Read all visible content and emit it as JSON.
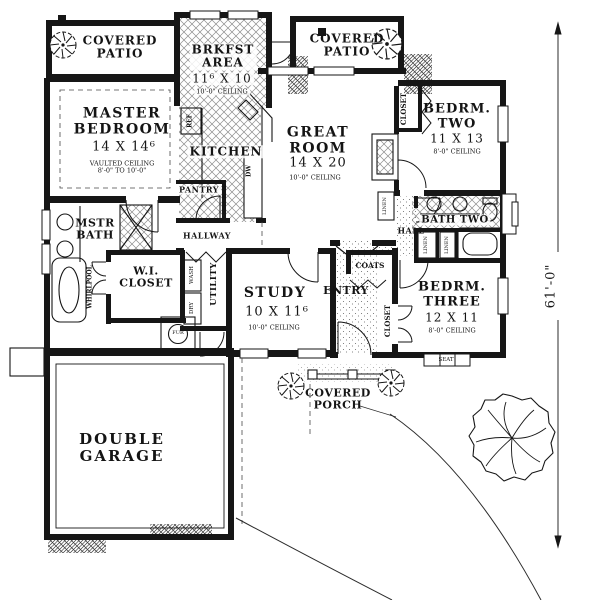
{
  "plan": {
    "patio_left": {
      "label": "COVERED\nPATIO"
    },
    "patio_right": {
      "label": "COVERED\nPATIO"
    },
    "brkfst": {
      "label": "BRKFST\nAREA",
      "dims": "11⁶ X 10",
      "ceiling": "10'-0\" CEILING"
    },
    "master": {
      "label": "MASTER\nBEDROOM",
      "dims": "14 X 14⁶",
      "ceiling": "VAULTED CEILING\n8'-0\" TO 10'-0\""
    },
    "great": {
      "label": "GREAT\nROOM",
      "dims": "14 X 20",
      "ceiling": "10'-0\" CEILING"
    },
    "bedrm2": {
      "label": "BEDRM.\nTWO",
      "dims": "11 X 13",
      "ceiling": "8'-0\" CEILING"
    },
    "bedrm3": {
      "label": "BEDRM.\nTHREE",
      "dims": "12 X 11",
      "ceiling": "8'-0\" CEILING"
    },
    "study": {
      "label": "STUDY",
      "dims": "10 X 11⁶",
      "ceiling": "10'-0\" CEILING"
    },
    "kitchen": {
      "label": "KITCHEN"
    },
    "pantry": {
      "label": "PANTRY"
    },
    "hallway": {
      "label": "HALLWAY"
    },
    "mstr_bath": {
      "label": "MSTR\nBATH"
    },
    "wi_closet": {
      "label": "W.I.\nCLOSET"
    },
    "whirlpool": {
      "label": "WHIRLPOOL"
    },
    "utility": {
      "label": "UTILITY"
    },
    "wash": {
      "label": "WASH"
    },
    "dry": {
      "label": "DRY"
    },
    "ref": {
      "label": "REF"
    },
    "dw": {
      "label": "DW"
    },
    "fur": {
      "label": "FUR"
    },
    "entry": {
      "label": "ENTRY"
    },
    "coats": {
      "label": "COATS"
    },
    "closet": {
      "label": "CLOSET"
    },
    "hall": {
      "label": "HALL"
    },
    "linen": {
      "label": "LINEN"
    },
    "bath2": {
      "label": "BATH TWO"
    },
    "seat": {
      "label": "SEAT"
    },
    "garage": {
      "label": "DOUBLE\nGARAGE"
    },
    "porch": {
      "label": "COVERED\nPORCH"
    },
    "dim_right": {
      "label": "61'-0\""
    }
  },
  "colors": {
    "ink": "#161616",
    "paper": "#ffffff"
  }
}
